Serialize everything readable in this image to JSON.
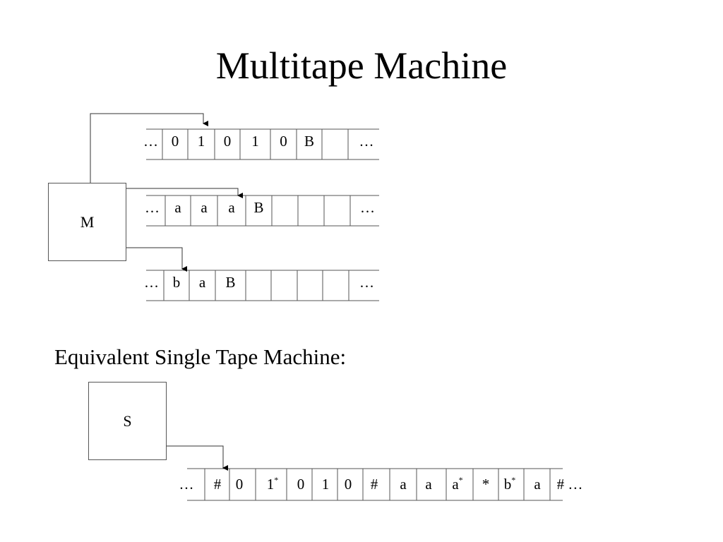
{
  "title": "Multitape Machine",
  "subtitle": "Equivalent Single Tape Machine:",
  "multitape_machine_label": "M",
  "single_tape_machine_label": "S",
  "tapes": [
    {
      "cells": [
        "…",
        "0",
        "1",
        "0",
        "1",
        "0",
        "B",
        "",
        "…"
      ],
      "head_cell": 2
    },
    {
      "cells": [
        "…",
        "a",
        "a",
        "a",
        "B",
        "",
        "",
        "",
        "…"
      ],
      "head_cell": 3
    },
    {
      "cells": [
        "…",
        "b",
        "a",
        "B",
        "",
        "",
        "",
        "",
        "…"
      ],
      "head_cell": 1
    }
  ],
  "single_tape": {
    "cells": [
      {
        "text": "…",
        "marked": false
      },
      {
        "text": "#",
        "marked": false
      },
      {
        "text": "0",
        "marked": false
      },
      {
        "text": "1",
        "marked": true
      },
      {
        "text": "0",
        "marked": false
      },
      {
        "text": "1",
        "marked": false
      },
      {
        "text": "0",
        "marked": false
      },
      {
        "text": "#",
        "marked": false
      },
      {
        "text": "a",
        "marked": false
      },
      {
        "text": "a",
        "marked": false
      },
      {
        "text": "a",
        "marked": true
      },
      {
        "text": "*",
        "marked": false
      },
      {
        "text": "b",
        "marked": true
      },
      {
        "text": "a",
        "marked": false
      },
      {
        "text": "# …",
        "marked": false
      }
    ],
    "head_cell": 1,
    "mark_symbol": "*"
  },
  "colors": {
    "line": "#555555",
    "text": "#000000"
  }
}
